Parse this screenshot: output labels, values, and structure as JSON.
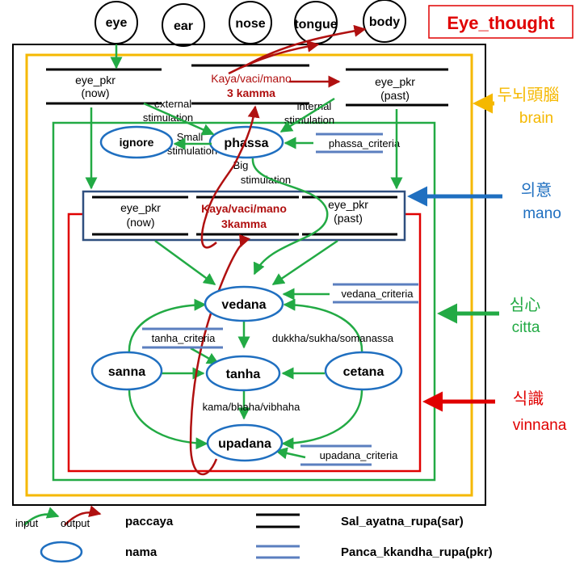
{
  "title": "Eye_thought",
  "senses": [
    "eye",
    "ear",
    "nose",
    "tongue",
    "body"
  ],
  "layers": {
    "brain": {
      "line1": "두뇌頭腦",
      "line2": "brain"
    },
    "mano": {
      "line1": "의意",
      "line2": "mano"
    },
    "citta": {
      "line1": "심心",
      "line2": "citta"
    },
    "vinnana": {
      "line1": "식識",
      "line2": "vinnana"
    }
  },
  "brain_area": {
    "eye_pkr_now": {
      "line1": "eye_pkr",
      "line2": "(now)"
    },
    "kamma": {
      "line1": "Kaya/vaci/mano",
      "line2": "3 kamma"
    },
    "eye_pkr_past": {
      "line1": "eye_pkr",
      "line2": "(past)"
    },
    "external_stimulation": {
      "line1": "external",
      "line2": "stimulation"
    },
    "internal_stimulation": {
      "line1": "internal",
      "line2": "stimulation"
    },
    "small_stimulation": {
      "line1": "Small",
      "line2": "stimulation"
    },
    "big_stimulation": {
      "line1": "Big",
      "line2": "stimulation"
    },
    "ignore": "ignore",
    "phassa": "phassa",
    "phassa_criteria": "phassa_criteria"
  },
  "mano_area": {
    "eye_pkr_now": {
      "line1": "eye_pkr",
      "line2": "(now)"
    },
    "kamma": {
      "line1": "Kaya/vaci/mano",
      "line2": "3kamma"
    },
    "eye_pkr_past": {
      "line1": "eye_pkr",
      "line2": "(past)"
    }
  },
  "vinnana_area": {
    "vedana": "vedana",
    "vedana_criteria": "vedana_criteria",
    "tanha_criteria": "tanha_criteria",
    "feeling_types": "dukkha/sukha/somanassa",
    "sanna": "sanna",
    "tanha": "tanha",
    "cetana": "cetana",
    "craving_types": "kama/bhaha/vibhaha",
    "upadana": "upadana",
    "upadana_criteria": "upadana_criteria"
  },
  "legend": {
    "input": "input",
    "output": "output",
    "paccaya": "paccaya",
    "nama": "nama",
    "sar": "Sal_ayatna_rupa(sar)",
    "pkr": "Panca_kkandha_rupa(pkr)"
  },
  "colors": {
    "input_arrow": "#22aa44",
    "output_arrow": "#b01010",
    "brain": "#f5b800",
    "mano_box": "#2f4f7f",
    "mano_label": "#1f6fc0",
    "citta": "#22aa44",
    "vinnana": "#e00000",
    "nama_ellipse": "#1f6fc0",
    "pkr_bar": "#5b7fbf",
    "sar_bar": "#000000",
    "title": "#e00000",
    "kamma_text": "#b01010"
  }
}
